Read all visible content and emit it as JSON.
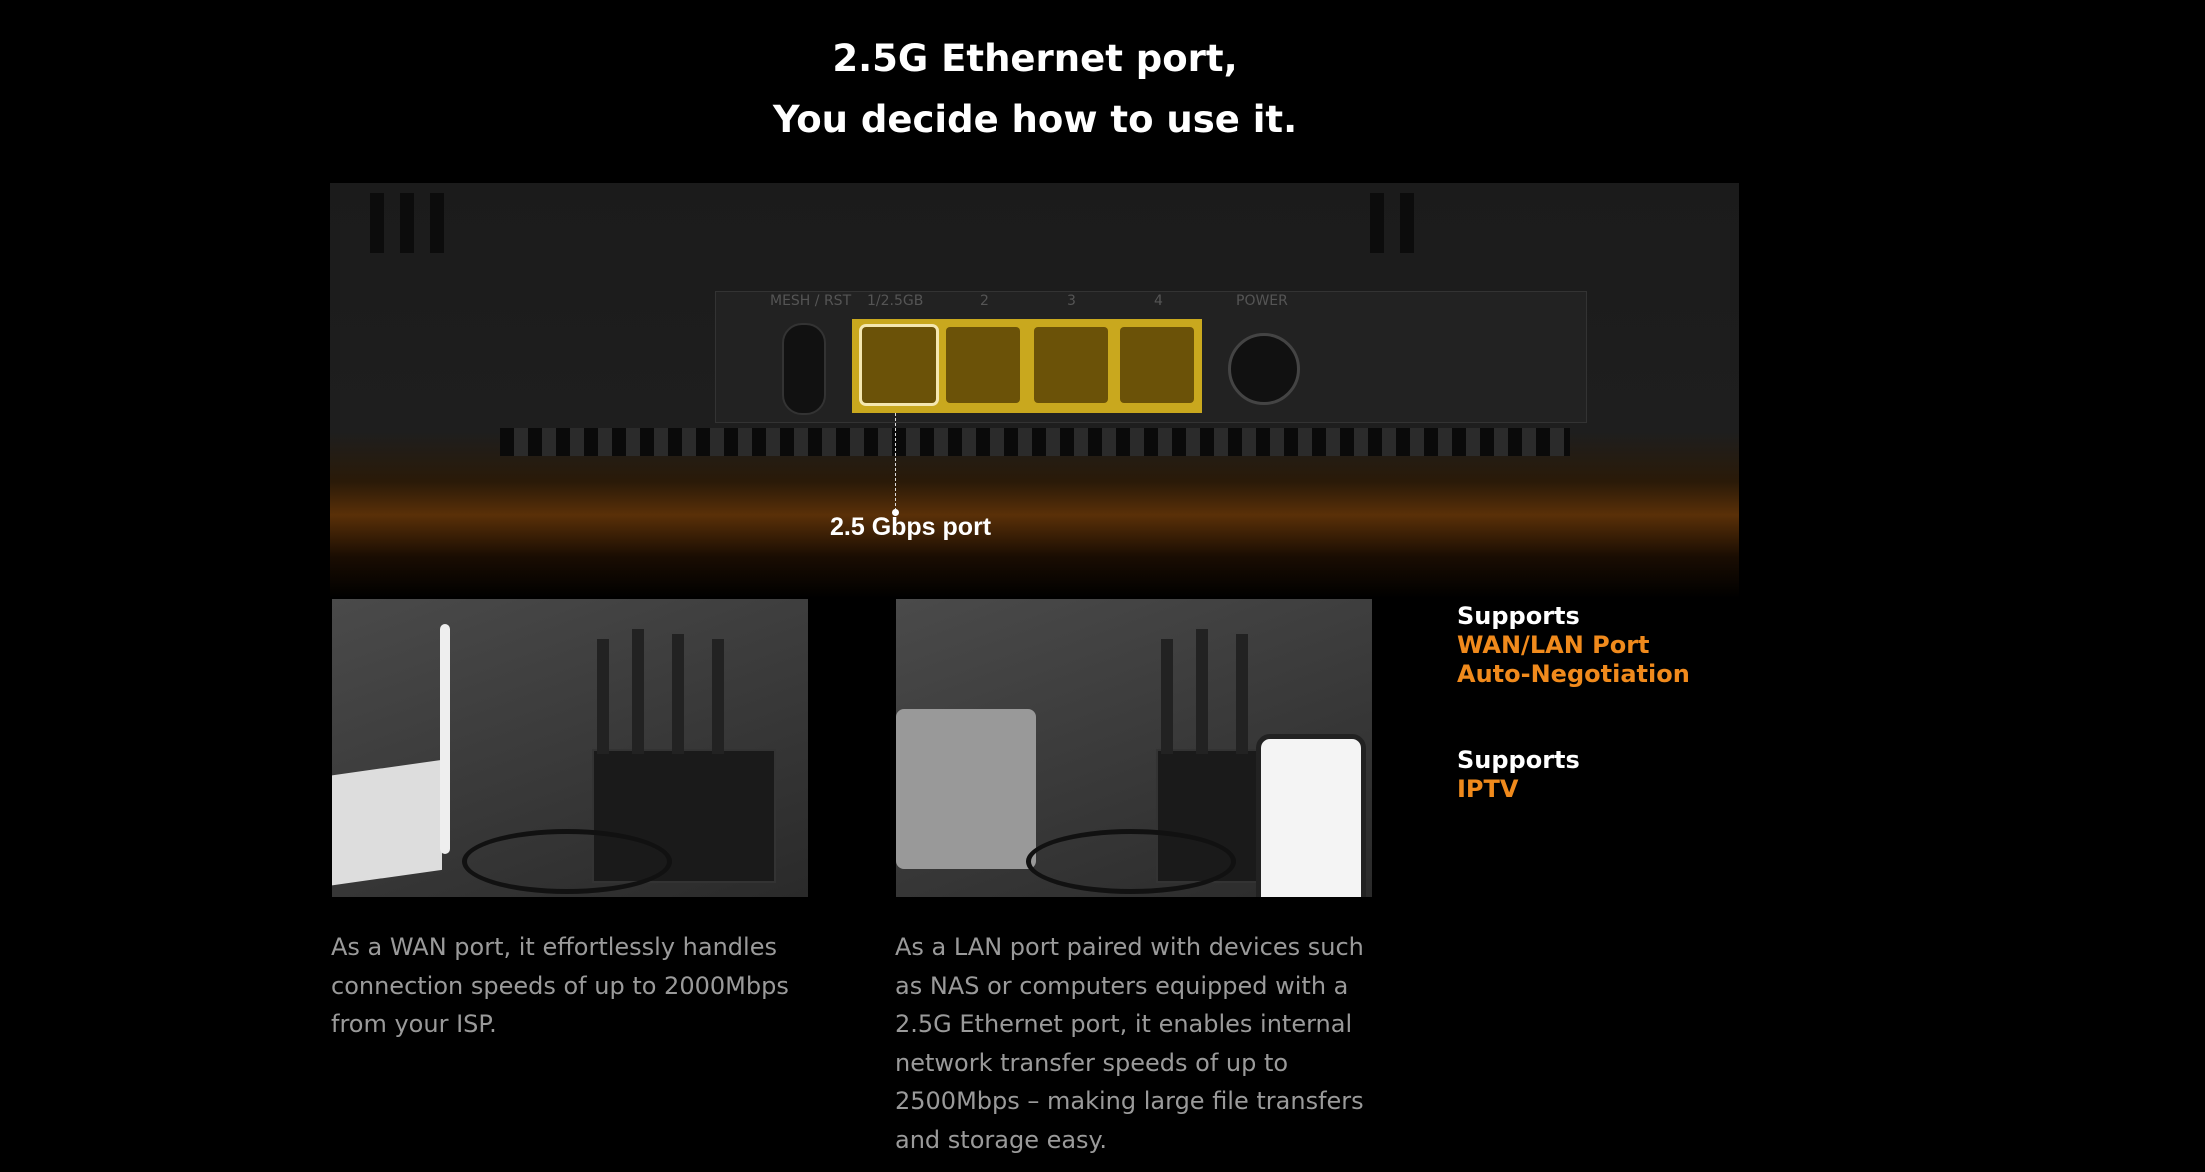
{
  "header": {
    "title_line1": "2.5G Ethernet port,",
    "title_line2": "You decide how to use it."
  },
  "hero": {
    "port_labels": [
      "MESH / RST",
      "1/2.5GB",
      "2",
      "3",
      "4",
      "POWER"
    ],
    "callout": "2.5 Gbps port"
  },
  "cards": [
    {
      "text": "As a WAN port, it effortlessly handles connection speeds of up to 2000Mbps from your ISP."
    },
    {
      "text": "As a LAN port paired with devices such as NAS or computers equipped with a 2.5G Ethernet port, it enables internal network transfer speeds of up to 2500Mbps – making large file transfers and storage easy."
    }
  ],
  "features": [
    {
      "label": "Supports",
      "value_line1": "WAN/LAN Port",
      "value_line2": "Auto-Negotiation"
    },
    {
      "label": "Supports",
      "value_line1": "IPTV"
    }
  ],
  "colors": {
    "accent": "#f08a1c",
    "port_yellow": "#c9a81e"
  }
}
